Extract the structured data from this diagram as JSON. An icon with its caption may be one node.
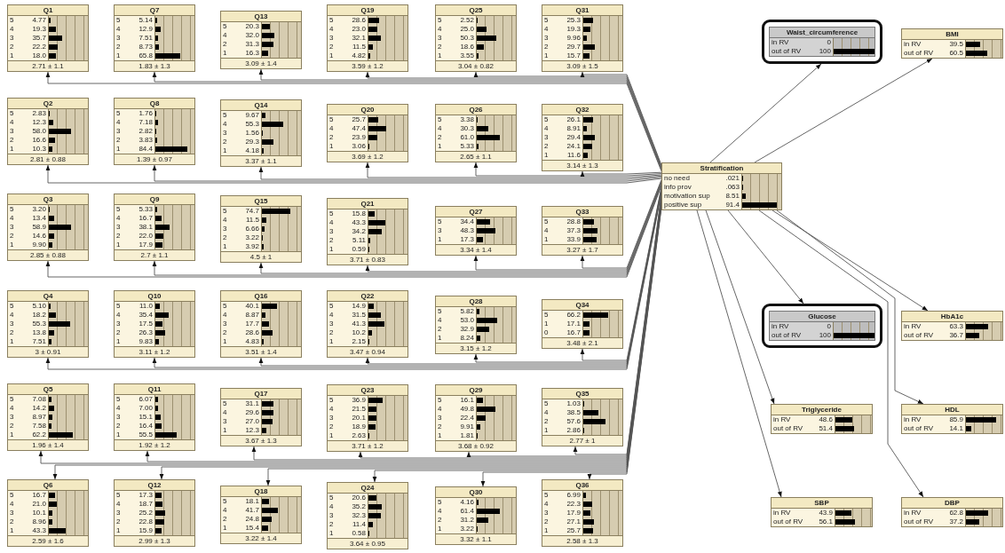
{
  "diagram": {
    "nodes": [
      {
        "text": [
          "Q1",
          "5",
          "4.77",
          "4",
          "19.3",
          "3",
          "35.7",
          "2",
          "22.2",
          "1",
          "18.0",
          "2.71 ± 1.1"
        ]
      },
      {
        "text": [
          "Q2",
          "5",
          "2.83",
          "4",
          "12.3",
          "3",
          "58.0",
          "2",
          "16.6",
          "1",
          "10.3",
          "2.81 ± 0.88"
        ]
      },
      {
        "text": [
          "Q3",
          "5",
          "3.20",
          "4",
          "13.4",
          "3",
          "58.9",
          "2",
          "14.6",
          "1",
          "9.90",
          "2.85 ± 0.88"
        ]
      },
      {
        "text": [
          "Q4",
          "5",
          "5.10",
          "4",
          "18.2",
          "3",
          "55.3",
          "2",
          "13.8",
          "1",
          "7.51",
          "3 ± 0.91"
        ]
      },
      {
        "text": [
          "Q5",
          "5",
          "7.08",
          "4",
          "14.2",
          "3",
          "8.97",
          "2",
          "7.58",
          "1",
          "62.2",
          "1.96 ± 1.4"
        ]
      },
      {
        "text": [
          "Q6",
          "5",
          "16.7",
          "4",
          "21.0",
          "3",
          "10.1",
          "2",
          "8.96",
          "1",
          "43.3",
          "2.59 ± 1.6"
        ]
      },
      {
        "text": [
          "Q7",
          "5",
          "5.14",
          "4",
          "12.9",
          "3",
          "7.51",
          "2",
          "8.73",
          "1",
          "65.8",
          "1.83 ± 1.3"
        ]
      },
      {
        "text": [
          "Q8",
          "5",
          "1.76",
          "4",
          "7.18",
          "3",
          "2.82",
          "2",
          "3.83",
          "1",
          "84.4",
          "1.39 ± 0.97"
        ]
      },
      {
        "text": [
          "Q9",
          "5",
          "5.33",
          "4",
          "16.7",
          "3",
          "38.1",
          "2",
          "22.0",
          "1",
          "17.9",
          "2.7 ± 1.1"
        ]
      },
      {
        "text": [
          "Q10",
          "5",
          "11.0",
          "4",
          "35.4",
          "3",
          "17.5",
          "2",
          "26.3",
          "1",
          "9.83",
          "3.11 ± 1.2"
        ]
      },
      {
        "text": [
          "Q11",
          "5",
          "6.07",
          "4",
          "7.00",
          "3",
          "15.1",
          "2",
          "16.4",
          "1",
          "55.5",
          "1.92 ± 1.2"
        ]
      },
      {
        "text": [
          "Q12",
          "5",
          "17.3",
          "4",
          "18.7",
          "3",
          "25.2",
          "2",
          "22.8",
          "1",
          "15.9",
          "2.99 ± 1.3"
        ]
      },
      {
        "text": [
          "Q13",
          "5",
          "20.3",
          "4",
          "32.0",
          "2",
          "31.3",
          "1",
          "16.3",
          "3.09 ± 1.4"
        ]
      },
      {
        "text": [
          "Q14",
          "5",
          "9.67",
          "4",
          "55.3",
          "3",
          "1.56",
          "2",
          "29.3",
          "1",
          "4.18",
          "3.37 ± 1.1"
        ]
      },
      {
        "text": [
          "Q15",
          "5",
          "74.7",
          "4",
          "11.5",
          "3",
          "6.66",
          "2",
          "3.22",
          "1",
          "3.92",
          "4.5 ± 1"
        ]
      },
      {
        "text": [
          "Q16",
          "5",
          "40.1",
          "4",
          "8.87",
          "3",
          "17.7",
          "2",
          "28.6",
          "1",
          "4.83",
          "3.51 ± 1.4"
        ]
      },
      {
        "text": [
          "Q17",
          "5",
          "31.1",
          "4",
          "29.6",
          "3",
          "27.0",
          "1",
          "12.3",
          "3.67 ± 1.3"
        ]
      },
      {
        "text": [
          "Q18",
          "5",
          "18.1",
          "4",
          "41.7",
          "2",
          "24.8",
          "1",
          "15.4",
          "3.22 ± 1.4"
        ]
      },
      {
        "text": [
          "Q19",
          "5",
          "28.6",
          "4",
          "23.0",
          "3",
          "32.1",
          "2",
          "11.5",
          "1",
          "4.82",
          "3.59 ± 1.2"
        ]
      },
      {
        "text": [
          "Q20",
          "5",
          "25.7",
          "4",
          "47.4",
          "2",
          "23.9",
          "1",
          "3.06",
          "3.69 ± 1.2"
        ]
      },
      {
        "text": [
          "Q21",
          "5",
          "15.8",
          "4",
          "43.3",
          "3",
          "34.2",
          "2",
          "5.11",
          "1",
          "0.59",
          "3.71 ± 0.83"
        ]
      },
      {
        "text": [
          "Q22",
          "5",
          "14.9",
          "4",
          "31.5",
          "3",
          "41.3",
          "2",
          "10.2",
          "1",
          "2.15",
          "3.47 ± 0.94"
        ]
      },
      {
        "text": [
          "Q23",
          "5",
          "36.9",
          "4",
          "21.5",
          "3",
          "20.1",
          "2",
          "18.9",
          "1",
          "2.63",
          "3.71 ± 1.2"
        ]
      },
      {
        "text": [
          "Q24",
          "5",
          "20.6",
          "4",
          "35.2",
          "3",
          "32.3",
          "2",
          "11.4",
          "1",
          "0.58",
          "3.64 ± 0.95"
        ]
      },
      {
        "text": [
          "Q25",
          "5",
          "2.52",
          "4",
          "25.0",
          "3",
          "50.3",
          "2",
          "18.6",
          "1",
          "3.55",
          "3.04 ± 0.82"
        ]
      },
      {
        "text": [
          "Q26",
          "5",
          "3.38",
          "4",
          "30.3",
          "2",
          "61.0",
          "1",
          "5.33",
          "2.65 ± 1.1"
        ]
      },
      {
        "text": [
          "Q27",
          "5",
          "34.4",
          "3",
          "48.3",
          "1",
          "17.3",
          "3.34 ± 1.4"
        ]
      },
      {
        "text": [
          "Q28",
          "5",
          "5.82",
          "4",
          "53.0",
          "2",
          "32.9",
          "1",
          "8.24",
          "3.15 ± 1.2"
        ]
      },
      {
        "text": [
          "Q29",
          "5",
          "16.1",
          "4",
          "49.8",
          "3",
          "22.4",
          "2",
          "9.91",
          "1",
          "1.81",
          "3.68 ± 0.92"
        ]
      },
      {
        "text": [
          "Q30",
          "5",
          "4.16",
          "4",
          "61.4",
          "2",
          "31.2",
          "1",
          "3.22",
          "3.32 ± 1.1"
        ]
      },
      {
        "text": [
          "Q31",
          "5",
          "25.3",
          "4",
          "19.3",
          "3",
          "9.96",
          "2",
          "29.7",
          "1",
          "15.7",
          "3.09 ± 1.5"
        ]
      },
      {
        "text": [
          "Q32",
          "5",
          "26.1",
          "4",
          "8.91",
          "3",
          "29.4",
          "2",
          "24.1",
          "1",
          "11.6",
          "3.14 ± 1.3"
        ]
      },
      {
        "text": [
          "Q33",
          "5",
          "28.8",
          "4",
          "37.3",
          "1",
          "33.9",
          "3.27 ± 1.7"
        ]
      },
      {
        "text": [
          "Q34",
          "5",
          "66.2",
          "1",
          "17.1",
          "0",
          "16.7",
          "3.48 ± 2.1"
        ]
      },
      {
        "text": [
          "Q35",
          "5",
          "1.03",
          "4",
          "38.5",
          "2",
          "57.6",
          "1",
          "2.86",
          "2.77 ± 1"
        ]
      },
      {
        "text": [
          "Q36",
          "5",
          "6.99",
          "4",
          "22.3",
          "3",
          "17.9",
          "2",
          "27.1",
          "1",
          "25.7",
          "2.58 ± 1.3"
        ]
      },
      {
        "text": [
          "Stratification",
          "no need",
          ".021",
          "info prov",
          ".063",
          "motivation sup",
          "8.51",
          "positive sup",
          "91.4"
        ]
      },
      {
        "text": [
          "Waist_circumference",
          "in RV",
          "0",
          "out of RV",
          "100"
        ]
      },
      {
        "text": [
          "BMI",
          "in RV",
          "39.5",
          "out of RV",
          "60.5"
        ]
      },
      {
        "text": [
          "Glucose",
          "in RV",
          "0",
          "out of RV",
          "100"
        ]
      },
      {
        "text": [
          "HbA1c",
          "in RV",
          "63.3",
          "out of RV",
          "36.7"
        ]
      },
      {
        "text": [
          "Triglyceride",
          "in RV",
          "48.6",
          "out of RV",
          "51.4"
        ]
      },
      {
        "text": [
          "HDL",
          "in RV",
          "85.9",
          "out of RV",
          "14.1"
        ]
      },
      {
        "text": [
          "SBP",
          "in RV",
          "43.9",
          "out of RV",
          "56.1"
        ]
      },
      {
        "text": [
          "DBP",
          "in RV",
          "62.8",
          "out of RV",
          "37.2"
        ]
      }
    ],
    "edges": [
      {
        "from": 36,
        "to": 0,
        "arrow": "to"
      },
      {
        "from": 36,
        "to": 1,
        "arrow": "to"
      },
      {
        "from": 36,
        "to": 2,
        "arrow": "to"
      },
      {
        "from": 36,
        "to": 3,
        "arrow": "to"
      },
      {
        "from": 36,
        "to": 4,
        "arrow": "to"
      },
      {
        "from": 36,
        "to": 5,
        "arrow": "to"
      },
      {
        "from": 36,
        "to": 6,
        "arrow": "to"
      },
      {
        "from": 36,
        "to": 7,
        "arrow": "to"
      },
      {
        "from": 36,
        "to": 8,
        "arrow": "to"
      },
      {
        "from": 36,
        "to": 9,
        "arrow": "to"
      },
      {
        "from": 36,
        "to": 10,
        "arrow": "to"
      },
      {
        "from": 36,
        "to": 11,
        "arrow": "to"
      },
      {
        "from": 36,
        "to": 12,
        "arrow": "to"
      },
      {
        "from": 36,
        "to": 13,
        "arrow": "to"
      },
      {
        "from": 36,
        "to": 14,
        "arrow": "to"
      },
      {
        "from": 36,
        "to": 15,
        "arrow": "to"
      },
      {
        "from": 36,
        "to": 16,
        "arrow": "to"
      },
      {
        "from": 36,
        "to": 17,
        "arrow": "to"
      },
      {
        "from": 36,
        "to": 18,
        "arrow": "to"
      },
      {
        "from": 36,
        "to": 19,
        "arrow": "to"
      },
      {
        "from": 36,
        "to": 20,
        "arrow": "to"
      },
      {
        "from": 36,
        "to": 21,
        "arrow": "to"
      },
      {
        "from": 36,
        "to": 22,
        "arrow": "to"
      },
      {
        "from": 36,
        "to": 23,
        "arrow": "to"
      },
      {
        "from": 36,
        "to": 24,
        "arrow": "to"
      },
      {
        "from": 36,
        "to": 25,
        "arrow": "to"
      },
      {
        "from": 36,
        "to": 26,
        "arrow": "to"
      },
      {
        "from": 36,
        "to": 27,
        "arrow": "to"
      },
      {
        "from": 36,
        "to": 28,
        "arrow": "to"
      },
      {
        "from": 36,
        "to": 29,
        "arrow": "to"
      },
      {
        "from": 36,
        "to": 30,
        "arrow": "to"
      },
      {
        "from": 36,
        "to": 31,
        "arrow": "to"
      },
      {
        "from": 36,
        "to": 32,
        "arrow": "to"
      },
      {
        "from": 36,
        "to": 33,
        "arrow": "to"
      },
      {
        "from": 36,
        "to": 34,
        "arrow": "to"
      },
      {
        "from": 36,
        "to": 35,
        "arrow": "to"
      },
      {
        "from": 36,
        "to": 37,
        "arrow": "to"
      },
      {
        "from": 36,
        "to": 38,
        "arrow": "to"
      },
      {
        "from": 36,
        "to": 39,
        "arrow": "to"
      },
      {
        "from": 36,
        "to": 40,
        "arrow": "to"
      },
      {
        "from": 36,
        "to": 41,
        "arrow": "to"
      },
      {
        "from": 36,
        "to": 42,
        "arrow": "to"
      },
      {
        "from": 36,
        "to": 43,
        "arrow": "to"
      },
      {
        "from": 36,
        "to": 44,
        "arrow": "to"
      }
    ]
  }
}
